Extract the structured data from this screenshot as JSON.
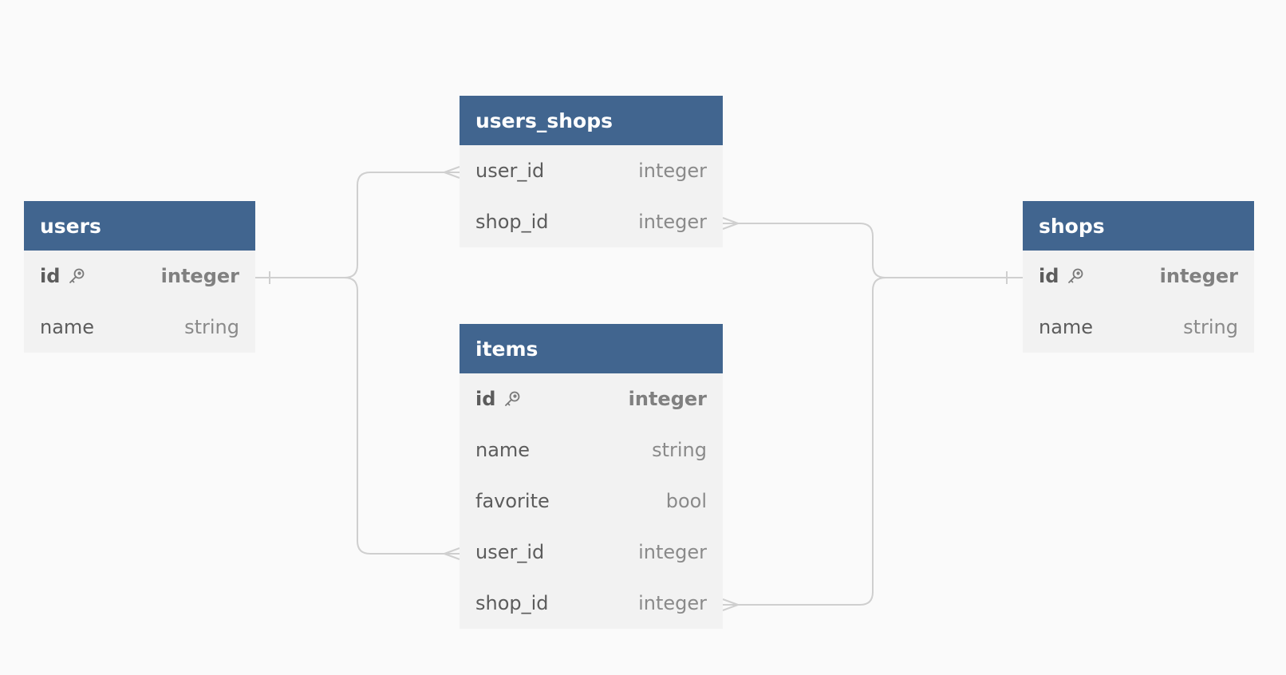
{
  "tables": {
    "users": {
      "title": "users",
      "columns": [
        {
          "name": "id",
          "type": "integer",
          "primary_key": true
        },
        {
          "name": "name",
          "type": "string",
          "primary_key": false
        }
      ]
    },
    "users_shops": {
      "title": "users_shops",
      "columns": [
        {
          "name": "user_id",
          "type": "integer",
          "primary_key": false
        },
        {
          "name": "shop_id",
          "type": "integer",
          "primary_key": false
        }
      ]
    },
    "items": {
      "title": "items",
      "columns": [
        {
          "name": "id",
          "type": "integer",
          "primary_key": true
        },
        {
          "name": "name",
          "type": "string",
          "primary_key": false
        },
        {
          "name": "favorite",
          "type": "bool",
          "primary_key": false
        },
        {
          "name": "user_id",
          "type": "integer",
          "primary_key": false
        },
        {
          "name": "shop_id",
          "type": "integer",
          "primary_key": false
        }
      ]
    },
    "shops": {
      "title": "shops",
      "columns": [
        {
          "name": "id",
          "type": "integer",
          "primary_key": true
        },
        {
          "name": "name",
          "type": "string",
          "primary_key": false
        }
      ]
    }
  },
  "relationships": [
    {
      "from": "users.id",
      "to": "users_shops.user_id",
      "cardinality": "one-to-many"
    },
    {
      "from": "users.id",
      "to": "items.user_id",
      "cardinality": "one-to-many"
    },
    {
      "from": "shops.id",
      "to": "users_shops.shop_id",
      "cardinality": "one-to-many"
    },
    {
      "from": "shops.id",
      "to": "items.shop_id",
      "cardinality": "one-to-many"
    }
  ],
  "colors": {
    "background": "#fafafa",
    "header": "#41658f",
    "header_text": "#ffffff",
    "body": "#f2f2f2",
    "column_name": "#5c5c5c",
    "column_type": "#8a8a8a",
    "connector": "#cfcfcf"
  },
  "icons": {
    "primary_key": "key-icon"
  }
}
